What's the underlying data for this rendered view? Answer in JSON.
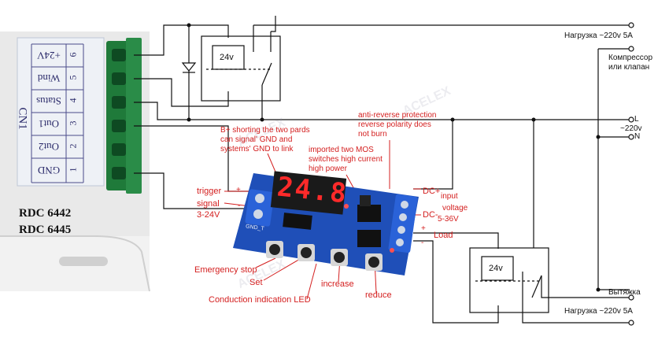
{
  "connector": {
    "title": "CN1",
    "pins": [
      {
        "num": "6",
        "label": "+24V"
      },
      {
        "num": "5",
        "label": "Wind"
      },
      {
        "num": "4",
        "label": "Status"
      },
      {
        "num": "3",
        "label": "Out1"
      },
      {
        "num": "2",
        "label": "Out2"
      },
      {
        "num": "1",
        "label": "GND"
      }
    ],
    "models": [
      "RDC 6442",
      "RDC 6445"
    ]
  },
  "relays": {
    "top_coil": "24v",
    "bottom_coil": "24v"
  },
  "right_labels": {
    "load_top": "Нагрузка ~220v 5A",
    "compressor_line1": "Компрессор",
    "compressor_line2": "или клапан",
    "l_terminal": "L",
    "voltage": "~220v",
    "n_terminal": "N",
    "exhaust": "Вытяжка",
    "load_bottom": "Нагрузка ~220v 5A"
  },
  "module": {
    "display": "24.8",
    "silk_gnd": "GND_T",
    "watermark": "ACELEX"
  },
  "annotations": {
    "b_plus_1": "B+ shorting the two pards",
    "b_plus_2": "can signal' GND and",
    "b_plus_3": "systems' GND to link",
    "mos_1": "imported two MOS",
    "mos_2": "switches high current",
    "mos_3": "high power",
    "anti_1": "anti-reverse protection",
    "anti_2": "reverse polarity does",
    "anti_3": "not burn",
    "trigger": "trigger",
    "signal": "signal",
    "signal_range": "3-24V",
    "plus": "+",
    "minus": "-",
    "dc_plus": "DC+",
    "input": "input",
    "voltage_lbl": "voltage",
    "dc_minus": "DC-",
    "voltage_range": "5-36V",
    "load_plus": "+",
    "load": "Load",
    "load_minus": "-",
    "emergency": "Emergency stop",
    "set": "Set",
    "increase": "increase",
    "reduce": "reduce",
    "led": "Conduction indication LED"
  },
  "colors": {
    "annotation_red": "#d42020",
    "pcb_blue": "#1f4fb8",
    "terminal_blue": "#2a62d8",
    "display_red": "#ff2a2a",
    "terminal_green": "#1f7a3a"
  },
  "icons": [
    "diode-icon",
    "relay-coil-icon",
    "relay-switch-icon",
    "terminal-circle-icon",
    "push-button-icon"
  ]
}
